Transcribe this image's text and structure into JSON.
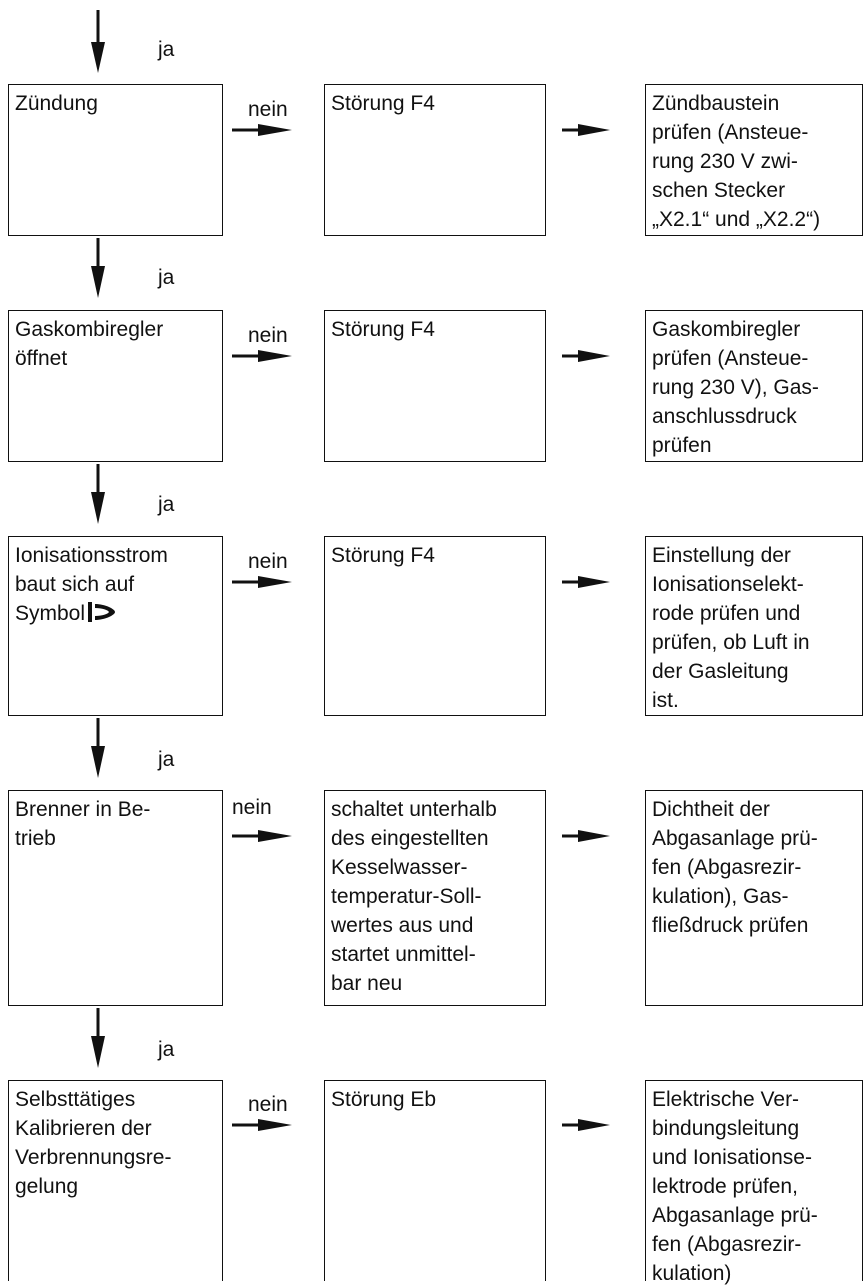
{
  "yes_label": "ja",
  "no_label": "nein",
  "rows": [
    {
      "step": "Zündung",
      "fault": "Störung F4",
      "action": "Zündbaustein\nprüfen (Ansteue-\nrung 230 V zwi-\nschen Stecker\n„X2.1“ und „X2.2“)"
    },
    {
      "step": "Gaskombiregler\nöffnet",
      "fault": "Störung F4",
      "action": "Gaskombiregler\nprüfen (Ansteue-\nrung 230 V), Gas-\nanschlussdruck\nprüfen"
    },
    {
      "step": "Ionisationsstrom\nbaut sich auf\nSymbol",
      "step_icon": "flame-symbol-icon",
      "fault": "Störung F4",
      "action": "Einstellung der\nIonisationselekt-\nrode prüfen und\nprüfen, ob Luft in\nder Gasleitung\nist."
    },
    {
      "step": "Brenner in Be-\ntrieb",
      "fault": "schaltet unterhalb\ndes eingestellten\nKesselwasser-\ntemperatur-Soll-\nwertes aus und\nstartet unmittel-\nbar neu",
      "action": "Dichtheit der\nAbgasanlage prü-\nfen (Abgasrezir-\nkulation), Gas-\nfließdruck prüfen"
    },
    {
      "step": "Selbsttätiges\nKalibrieren der\nVerbrennungsre-\ngelung",
      "fault": "Störung Eb",
      "action": "Elektrische Ver-\nbindungsleitung\nund Ionisationse-\nlektrode prüfen,\nAbgasanlage prü-\nfen (Abgasrezir-\nkulation)"
    }
  ]
}
